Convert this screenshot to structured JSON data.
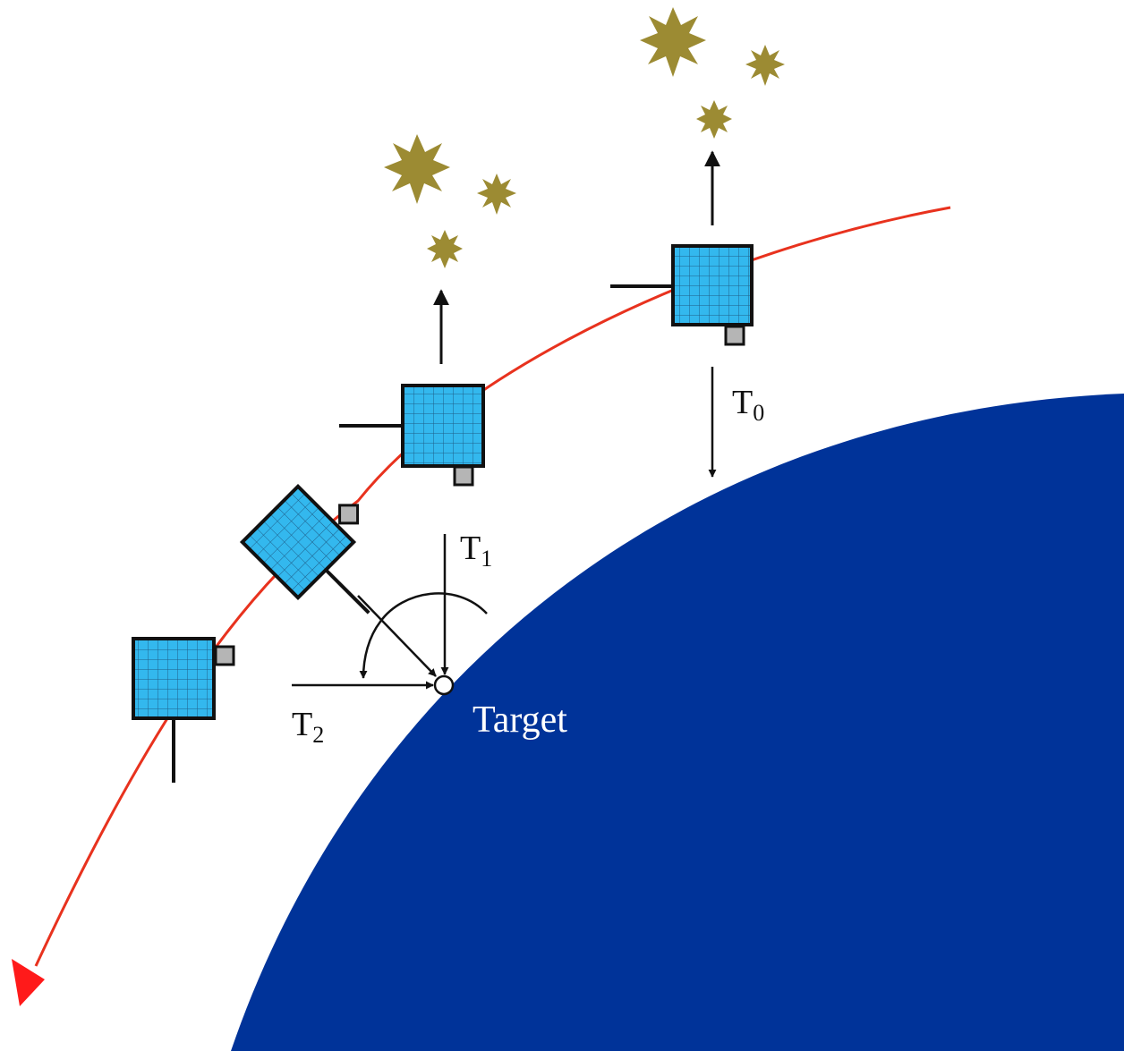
{
  "colors": {
    "background": "#ffffff",
    "earth": "#003399",
    "orbit": "#e8321e",
    "orbit_arrowhead": "#ff1a1a",
    "panel": "#33b8ee",
    "panel_grid": "#1f5f8a",
    "outline": "#111111",
    "sensor": "#b5b5b5",
    "stars": "#9c8b33",
    "arrows": "#111111",
    "target_label": "#ffffff"
  },
  "labels": {
    "t0": {
      "main": "T",
      "sub": "0"
    },
    "t1": {
      "main": "T",
      "sub": "1"
    },
    "t2": {
      "main": "T",
      "sub": "2"
    },
    "target": "Target"
  },
  "icons": [
    "satellite-icon",
    "star-icon",
    "target-point-icon"
  ]
}
